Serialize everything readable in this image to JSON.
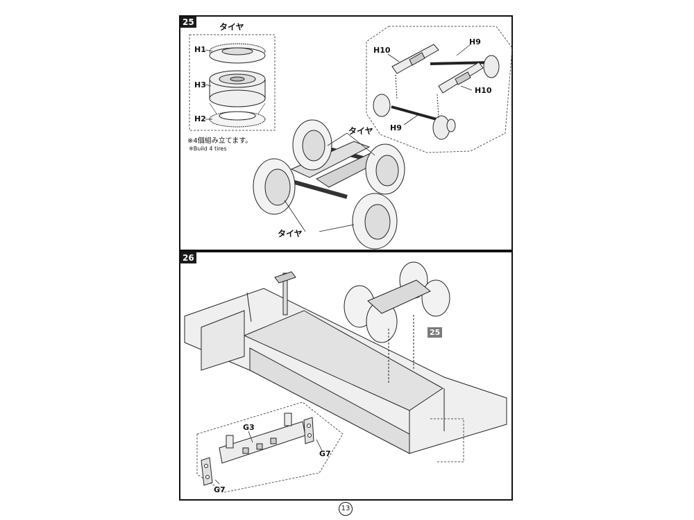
{
  "page_number": "13",
  "step25": {
    "number": "25",
    "tire_title": "タイヤ",
    "parts": {
      "h1": "H1",
      "h2": "H2",
      "h3": "H3",
      "h9_top": "H9",
      "h9_bottom": "H9",
      "h10_left": "H10",
      "h10_right": "H10"
    },
    "tire_label_right": "タイヤ",
    "tire_label_bottom": "タイヤ",
    "note_jp": "※4個組み立てます。",
    "note_en": "※Build 4 tires"
  },
  "step26": {
    "number": "26",
    "ref_step": "25",
    "parts": {
      "g3": "G3",
      "g7_right": "G7",
      "g7_left": "G7"
    }
  }
}
